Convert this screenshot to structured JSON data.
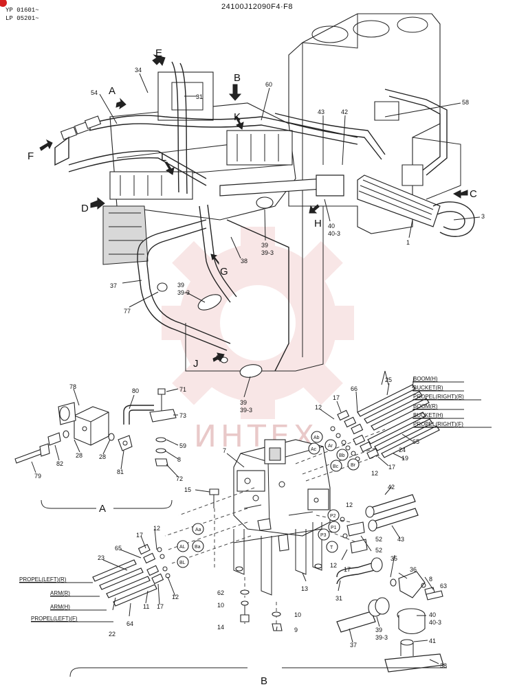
{
  "header": {
    "serial_1": "YP 01601~",
    "serial_2": "LP 05201~",
    "drawing_number": "24100J12090F4·F8"
  },
  "watermark": {
    "text": "ИНТЕХ"
  },
  "view_letters": {
    "A": "A",
    "B": "B",
    "C": "C",
    "D": "D",
    "E": "E",
    "F": "F",
    "G": "G",
    "H": "H",
    "J": "J",
    "K": "K",
    "L": "L"
  },
  "detail_labels": {
    "A": "A",
    "B": "B"
  },
  "callouts": {
    "c1": "1",
    "c3": "3",
    "c7": "7",
    "c8a": "8",
    "c8b": "8",
    "c9": "9",
    "c10a": "10",
    "c10b": "10",
    "c11": "11",
    "c12a": "12",
    "c12b": "12",
    "c12c": "12",
    "c12d": "12",
    "c12e": "12",
    "c12f": "12",
    "c13": "13",
    "c14": "14",
    "c15": "15",
    "c17a": "17",
    "c17b": "17",
    "c17c": "17",
    "c17d": "17",
    "c17e": "17",
    "c19": "19",
    "c22": "22",
    "c23": "23",
    "c24": "24",
    "c25": "25",
    "c28a": "28",
    "c28b": "28",
    "c31a": "31",
    "c31b": "31",
    "c34": "34",
    "c35": "35",
    "c36": "36",
    "c37a": "37",
    "c37b": "37",
    "c38a": "38",
    "c38b": "38",
    "c39a": "39",
    "c39_3a": "39-3",
    "c39b": "39",
    "c39_3b": "39-3",
    "c39c": "39",
    "c39_3c": "39-3",
    "c39d": "39",
    "c39_3d": "39-3",
    "c40a": "40",
    "c40_3a": "40-3",
    "c40b": "40",
    "c40_3b": "40-3",
    "c41": "41",
    "c42a": "42",
    "c42b": "42",
    "c43a": "43",
    "c43b": "43",
    "c52a": "52",
    "c52b": "52",
    "c54": "54",
    "c58": "58",
    "c59": "59",
    "c60": "60",
    "c62": "62",
    "c63": "63",
    "c64": "64",
    "c65a": "65",
    "c65b": "65",
    "c66": "66",
    "c71": "71",
    "c72": "72",
    "c73": "73",
    "c77": "77",
    "c78": "78",
    "c79": "79",
    "c80": "80",
    "c81": "81",
    "c82": "82"
  },
  "line_labels": {
    "boom_h": "BOOM(H)",
    "bucket_r": "BUCKET(R)",
    "propel_right_r": "PROPEL(RIGHT)(R)",
    "boom_r": "BOOM(R)",
    "bucket_h": "BUCKET(H)",
    "propel_right_f": "PROPEL(RIGHT)(F)",
    "propel_left_r": "PROPEL(LEFT)(R)",
    "arm_r": "ARM(R)",
    "arm_h": "ARM(H)",
    "propel_left_f": "PROPEL(LEFT)(F)"
  },
  "ports": {
    "ab": "Ab",
    "ac": "Ac",
    "ar": "Ar",
    "bb": "Bb",
    "bc": "Bc",
    "br": "Br",
    "aa": "Aa",
    "ba": "Ba",
    "al": "AL",
    "bl": "BL",
    "p1": "P1",
    "p2": "P2",
    "p3": "P3",
    "t": "T"
  }
}
